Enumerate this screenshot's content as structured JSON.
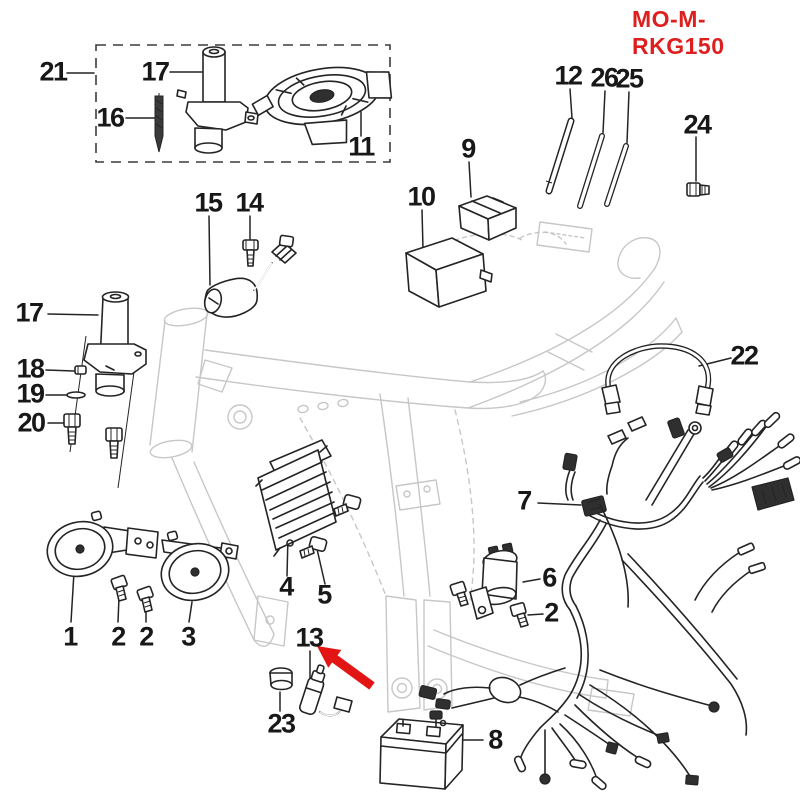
{
  "title": {
    "text": "MO-M-RKG150"
  },
  "colors": {
    "accent_red": "#de1f1f",
    "ink": "#242424",
    "frame_gray": "#c7c7c7",
    "background": "#ffffff"
  },
  "callouts": [
    {
      "id": "21",
      "text": "21"
    },
    {
      "id": "17-top",
      "text": "17"
    },
    {
      "id": "16",
      "text": "16"
    },
    {
      "id": "11",
      "text": "11"
    },
    {
      "id": "12",
      "text": "12"
    },
    {
      "id": "26",
      "text": "26"
    },
    {
      "id": "25",
      "text": "25"
    },
    {
      "id": "24",
      "text": "24"
    },
    {
      "id": "9",
      "text": "9"
    },
    {
      "id": "10",
      "text": "10"
    },
    {
      "id": "15",
      "text": "15"
    },
    {
      "id": "14",
      "text": "14"
    },
    {
      "id": "17-left",
      "text": "17"
    },
    {
      "id": "18",
      "text": "18"
    },
    {
      "id": "19",
      "text": "19"
    },
    {
      "id": "20",
      "text": "20"
    },
    {
      "id": "22",
      "text": "22"
    },
    {
      "id": "7",
      "text": "7"
    },
    {
      "id": "4",
      "text": "4"
    },
    {
      "id": "5",
      "text": "5"
    },
    {
      "id": "6",
      "text": "6"
    },
    {
      "id": "2-solenoid",
      "text": "2"
    },
    {
      "id": "1",
      "text": "1"
    },
    {
      "id": "2-horn-a",
      "text": "2"
    },
    {
      "id": "2-horn-b",
      "text": "2"
    },
    {
      "id": "3",
      "text": "3"
    },
    {
      "id": "13",
      "text": "13"
    },
    {
      "id": "23",
      "text": "23"
    },
    {
      "id": "8",
      "text": "8"
    }
  ]
}
